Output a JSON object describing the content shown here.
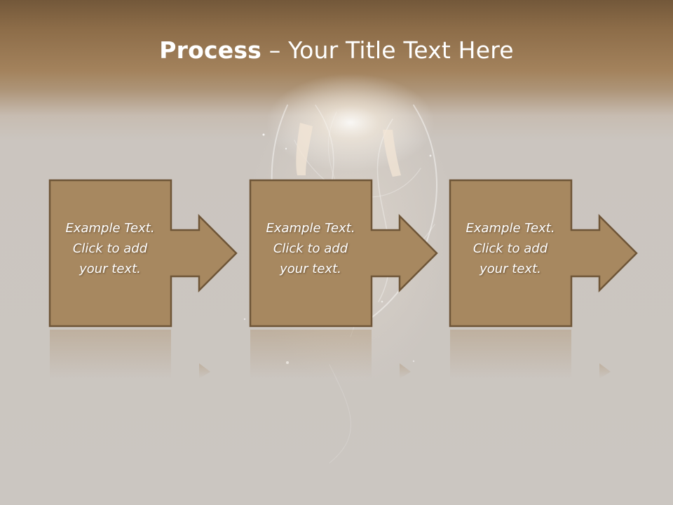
{
  "slide": {
    "title_bold": "Process",
    "title_rest": " – Your Title Text Here",
    "colors": {
      "header_dark": "#73583a",
      "header_light": "#a3825c",
      "box_fill": "#a78860",
      "box_stroke": "#6e5537",
      "background": "#cbc6c1",
      "text": "#ffffff"
    }
  },
  "steps": [
    {
      "line1": "Example Text.",
      "line2": "Click  to add",
      "line3": "your text."
    },
    {
      "line1": "Example Text.",
      "line2": "Click  to add",
      "line3": "your text."
    },
    {
      "line1": "Example Text.",
      "line2": "Click  to add",
      "line3": "your text."
    }
  ]
}
